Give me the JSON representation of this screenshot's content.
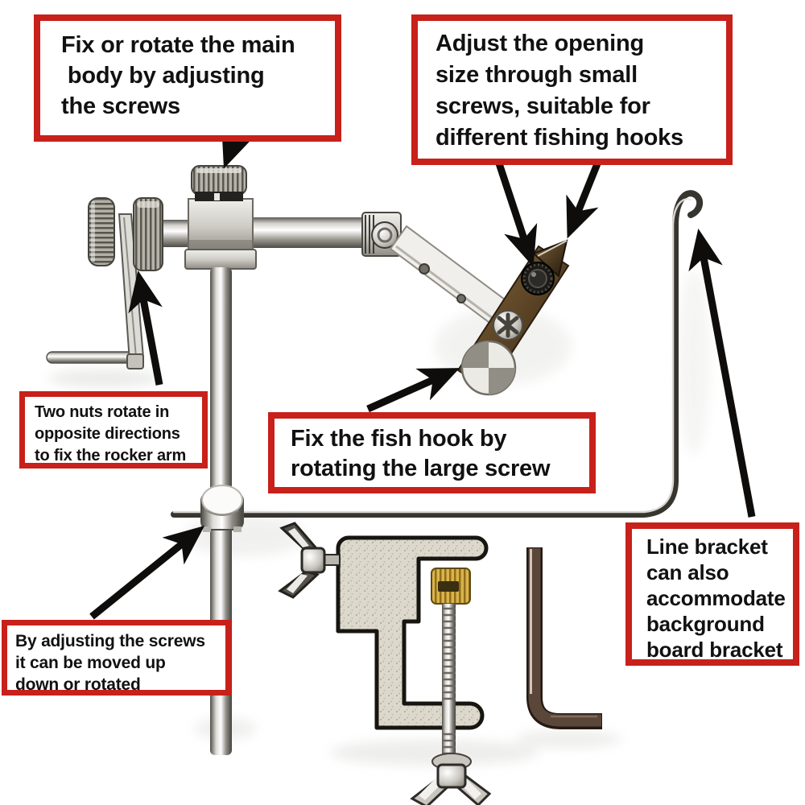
{
  "style": {
    "callout_border_color": "#c8201a",
    "callout_text_color": "#111111",
    "arrow_color": "#0e0d0b",
    "background_color": "#ffffff",
    "metal_color": "#c9c7c0",
    "brass_color": "#d9b44a",
    "bronze_color": "#6b4f2e"
  },
  "annotations": [
    {
      "id": "main-body",
      "text": "Fix or rotate the main\n body by adjusting\nthe screws"
    },
    {
      "id": "opening-size",
      "text": "Adjust the opening\nsize through small\nscrews, suitable for\ndifferent fishing hooks"
    },
    {
      "id": "two-nuts",
      "text": "Two nuts rotate in\nopposite directions\nto fix the rocker arm"
    },
    {
      "id": "fish-hook",
      "text": "Fix the fish hook by\nrotating the large screw"
    },
    {
      "id": "slider",
      "text": "By adjusting the screws\nit can be moved up\ndown or rotated"
    },
    {
      "id": "line-bracket",
      "text": "Line bracket\ncan also\naccommodate\nbackground\nboard bracket"
    }
  ],
  "parts": [
    "top-drag-knob",
    "main-body-block",
    "horizontal-shaft",
    "knurled-nut-outer",
    "knurled-nut-inner",
    "crank-handle",
    "rocker-arm",
    "jaw-bar",
    "small-knurled-screw",
    "phillips-screw",
    "large-screw-disc",
    "vertical-shaft",
    "slider-collar",
    "line-bracket-wire",
    "c-clamp",
    "wing-nut",
    "brass-thumb-screw",
    "threaded-rod",
    "bottom-wing-nut",
    "hex-key"
  ]
}
